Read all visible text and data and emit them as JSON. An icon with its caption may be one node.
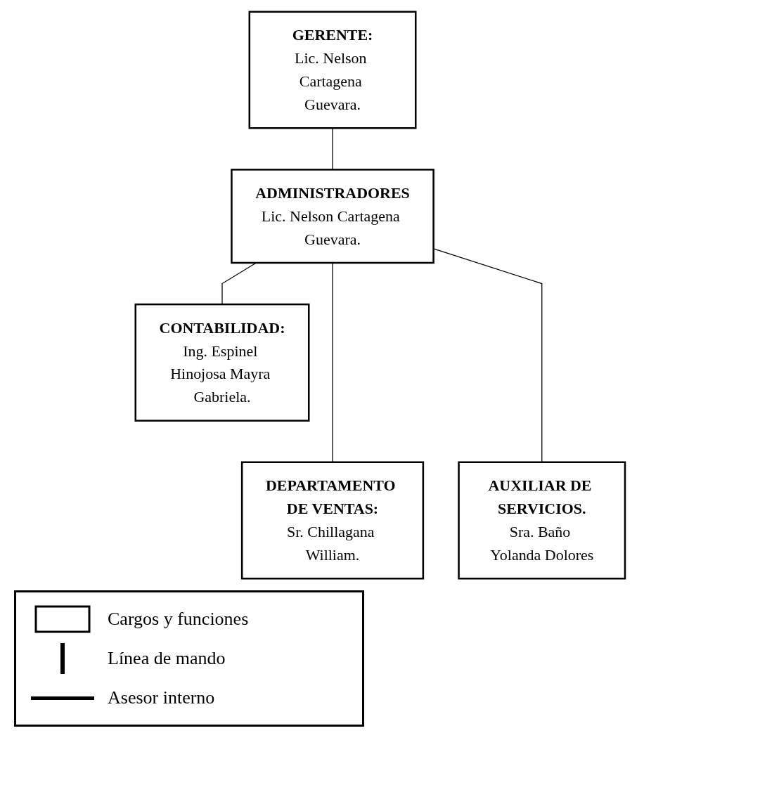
{
  "diagram": {
    "nodes": [
      {
        "text": [
          "GERENTE:",
          "Lic. Nelson Cartagena Guevara."
        ]
      },
      {
        "text": [
          "ADMINISTRADORES",
          "Lic. Nelson Cartagena Guevara."
        ]
      },
      {
        "text": [
          "CONTABILIDAD:",
          "Ing. Espinel Hinojosa Mayra Gabriela."
        ]
      },
      {
        "text": [
          "DEPARTAMENTO DE VENTAS:",
          "Sr. Chillagana William."
        ]
      },
      {
        "text": [
          "AUXILIAR DE SERVICIOS.",
          "Sra. Baño Yolanda Dolores"
        ]
      }
    ],
    "edges": [
      {
        "from": 0,
        "to": 1,
        "arrow": "none"
      },
      {
        "from": 1,
        "to": 2,
        "arrow": "none"
      },
      {
        "from": 1,
        "to": 3,
        "arrow": "none"
      },
      {
        "from": 1,
        "to": 4,
        "arrow": "none"
      }
    ],
    "legend": [
      {
        "text": "Cargos y funciones"
      },
      {
        "text": "Línea de mando"
      },
      {
        "text": "Asesor interno"
      }
    ]
  }
}
